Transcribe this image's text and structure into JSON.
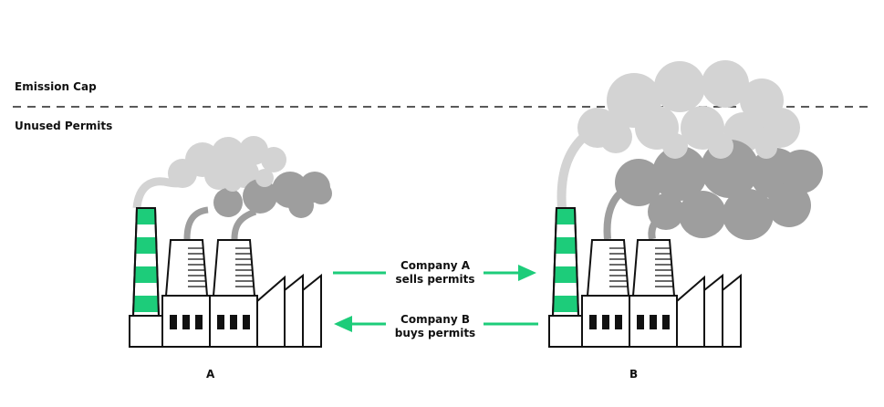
{
  "labels": {
    "emission_cap": "Emission Cap",
    "unused_permits": "Unused Permits"
  },
  "arrows": {
    "sell": {
      "line1": "Company A",
      "line2": "sells permits"
    },
    "buy": {
      "line1": "Company B",
      "line2": "buys permits"
    }
  },
  "factories": {
    "a": "A",
    "b": "B"
  },
  "colors": {
    "accent": "#1dcc7a",
    "smoke_light": "#d3d3d3",
    "smoke_dark": "#9e9e9e",
    "outline": "#111111"
  }
}
